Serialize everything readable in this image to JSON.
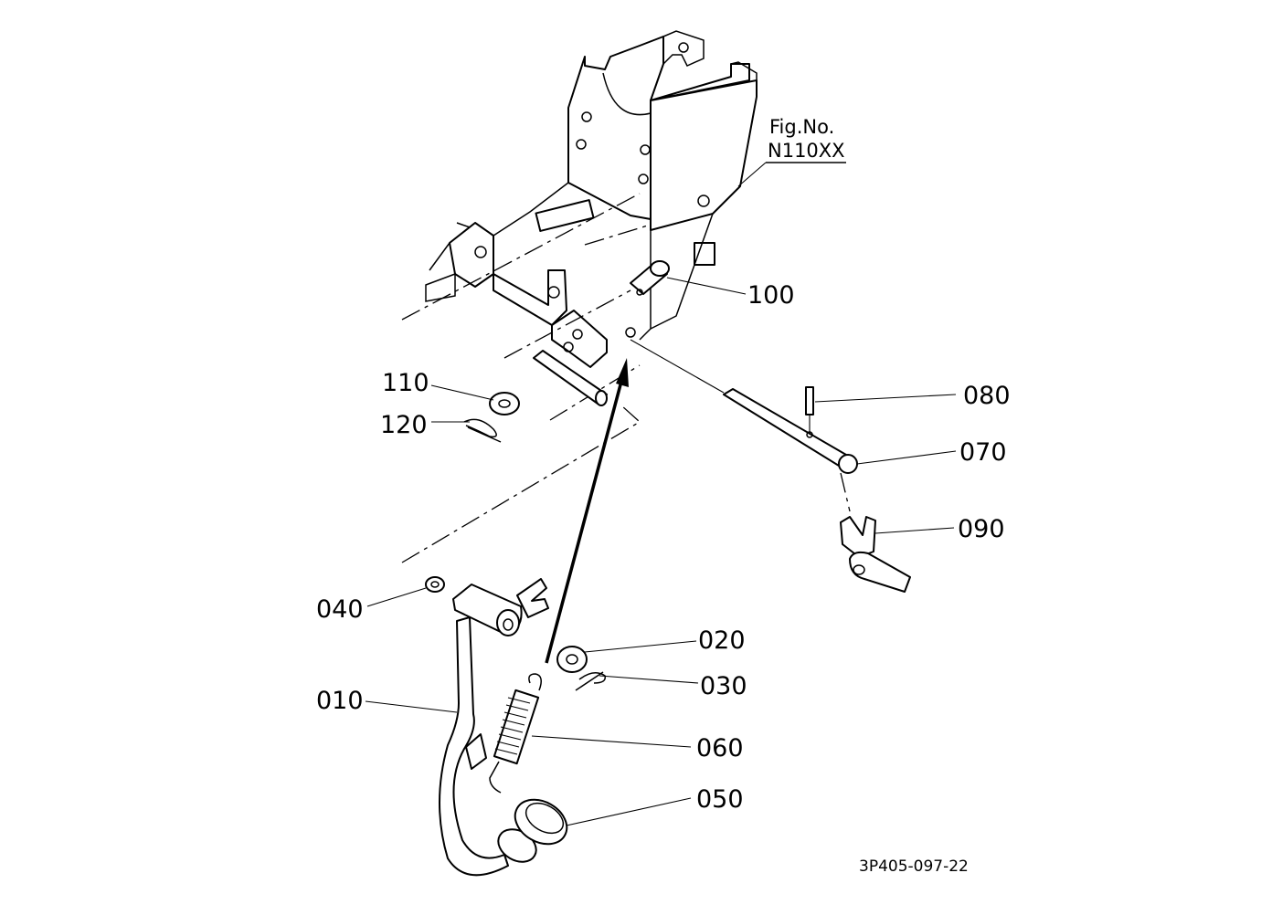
{
  "figure": {
    "label": "Fig.No.",
    "number": "N110XX",
    "code": "3P405-097-22"
  },
  "callouts": [
    "100",
    "110",
    "120",
    "080",
    "070",
    "090",
    "040",
    "020",
    "030",
    "010",
    "060",
    "050"
  ],
  "parts": [
    "frame-bracket",
    "clevis-pin",
    "washer",
    "cotter-pin",
    "pedal-arm",
    "pedal-pad",
    "return-spring",
    "linkage-rod",
    "spring-pin",
    "rod-yoke",
    "boss-pin"
  ]
}
